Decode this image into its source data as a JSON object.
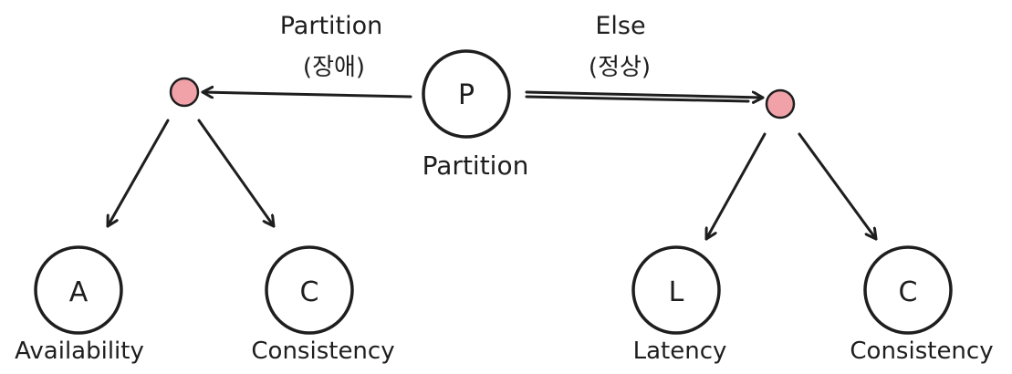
{
  "colors": {
    "stroke": "#1e1e1e",
    "dot_fill": "#f1a2a8",
    "background": "#ffffff"
  },
  "center_node": {
    "symbol": "P",
    "caption": "Partition"
  },
  "left_branch": {
    "label_line1": "Partition",
    "label_line2": "(장애)",
    "children": [
      {
        "symbol": "A",
        "caption": "Availability"
      },
      {
        "symbol": "C",
        "caption": "Consistency"
      }
    ]
  },
  "right_branch": {
    "label_line1": "Else",
    "label_line2": "(정상)",
    "children": [
      {
        "symbol": "L",
        "caption": "Latency"
      },
      {
        "symbol": "C",
        "caption": "Consistency"
      }
    ]
  }
}
